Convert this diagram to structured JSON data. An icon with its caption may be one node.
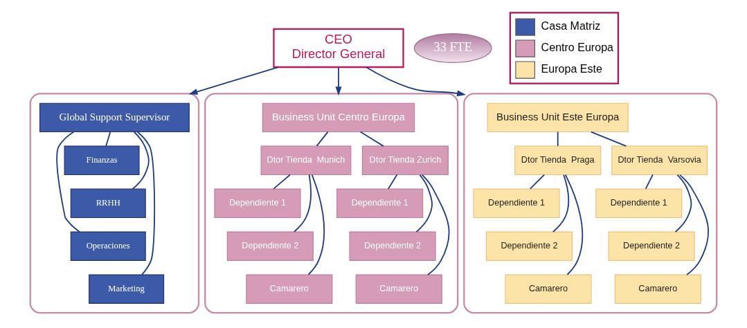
{
  "diagram": {
    "nodes": [
      {
        "text": [
          "CEO",
          "Director General"
        ]
      },
      {
        "text": [],
        "shape": "box"
      },
      {
        "text": [
          "Global Support Supervisor"
        ],
        "in": 1
      },
      {
        "text": [
          "Finanzas"
        ],
        "in": 1
      },
      {
        "text": [
          "Operaciones"
        ],
        "in": 1
      },
      {
        "text": [
          "RRHH"
        ],
        "in": 1
      },
      {
        "text": [
          "Marketing"
        ],
        "in": 1
      },
      {
        "text": [
          "33 FTE"
        ]
      },
      {
        "text": [],
        "shape": "box"
      },
      {
        "text": [
          "Business Unit Centro Europa"
        ],
        "in": 8
      },
      {
        "text": [
          "Dtor Tienda  Munich"
        ],
        "in": 8
      },
      {
        "text": [
          "Dependiente 1"
        ],
        "in": 8
      },
      {
        "text": [
          "Dependiente 2"
        ],
        "in": 8
      },
      {
        "text": [
          "Camarero"
        ],
        "in": 8
      },
      {
        "text": [
          "Dtor Tienda Zurich"
        ],
        "in": 8
      },
      {
        "text": [
          "Dependiente 1"
        ],
        "in": 8
      },
      {
        "text": [
          "Dependiente 2"
        ],
        "in": 8
      },
      {
        "text": [
          "Camarero"
        ],
        "in": 8
      },
      {
        "text": [],
        "shape": "box"
      },
      {
        "text": [
          "Business Unit Este Europa"
        ],
        "in": 18
      },
      {
        "text": [
          "Dtor Tienda  Praga"
        ],
        "in": 18
      },
      {
        "text": [
          "Dependiente 1"
        ],
        "in": 18
      },
      {
        "text": [
          "Dependiente 2"
        ],
        "in": 18
      },
      {
        "text": [
          "Camarero"
        ],
        "in": 18
      },
      {
        "text": [
          "Dtor Tienda  Varsovia"
        ],
        "in": 18
      },
      {
        "text": [
          "Dependiente 1"
        ],
        "in": 18
      },
      {
        "text": [
          "Dependiente 2"
        ],
        "in": 18
      },
      {
        "text": [
          "Camarero"
        ],
        "in": 18
      }
    ],
    "edges": [
      {
        "from": 0,
        "to": 1,
        "arrow": "to"
      },
      {
        "from": 0,
        "to": 8,
        "arrow": "to"
      },
      {
        "from": 0,
        "to": 18,
        "arrow": "to"
      },
      {
        "from": 2,
        "to": 3,
        "arrow": "none"
      },
      {
        "from": 2,
        "to": 5,
        "arrow": "none"
      },
      {
        "from": 2,
        "to": 4,
        "arrow": "none"
      },
      {
        "from": 2,
        "to": 6,
        "arrow": "none"
      },
      {
        "from": 9,
        "to": 10,
        "arrow": "none"
      },
      {
        "from": 9,
        "to": 14,
        "arrow": "none"
      },
      {
        "from": 10,
        "to": 11,
        "arrow": "none"
      },
      {
        "from": 10,
        "to": 12,
        "arrow": "none"
      },
      {
        "from": 10,
        "to": 13,
        "arrow": "none"
      },
      {
        "from": 14,
        "to": 15,
        "arrow": "none"
      },
      {
        "from": 14,
        "to": 16,
        "arrow": "none"
      },
      {
        "from": 14,
        "to": 17,
        "arrow": "none"
      },
      {
        "from": 19,
        "to": 20,
        "arrow": "none"
      },
      {
        "from": 19,
        "to": 24,
        "arrow": "none"
      },
      {
        "from": 20,
        "to": 21,
        "arrow": "none"
      },
      {
        "from": 20,
        "to": 22,
        "arrow": "none"
      },
      {
        "from": 20,
        "to": 23,
        "arrow": "none"
      },
      {
        "from": 24,
        "to": 25,
        "arrow": "none"
      },
      {
        "from": 24,
        "to": 26,
        "arrow": "none"
      },
      {
        "from": 24,
        "to": 27,
        "arrow": "none"
      }
    ],
    "legend": [
      {
        "text": "Casa Matriz",
        "color": "#3c5aa8"
      },
      {
        "text": "Centro Europa",
        "color": "#d59bb7"
      },
      {
        "text": "Europa Este",
        "color": "#fce4a8"
      }
    ]
  }
}
